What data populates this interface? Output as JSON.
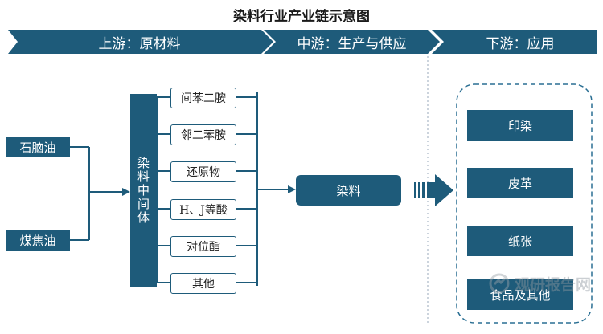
{
  "title": "染料行业产业链示意图",
  "stages": {
    "upstream": "上游：原材料",
    "midstream": "中游：生产与供应",
    "downstream": "下游：应用"
  },
  "raw_materials": [
    "石脑油",
    "煤焦油"
  ],
  "intermediate_label": "染料中间体",
  "intermediates": [
    "间苯二胺",
    "邻二苯胺",
    "还原物",
    "H、J等酸",
    "对位酯",
    "其他"
  ],
  "product": "染料",
  "applications": [
    "印染",
    "皮革",
    "纸张",
    "食品及其他"
  ],
  "watermark": "观研报告网",
  "colors": {
    "primary": "#1e5b7a",
    "arrow_light": "#2a6f93",
    "dashed": "#2a6f93"
  }
}
